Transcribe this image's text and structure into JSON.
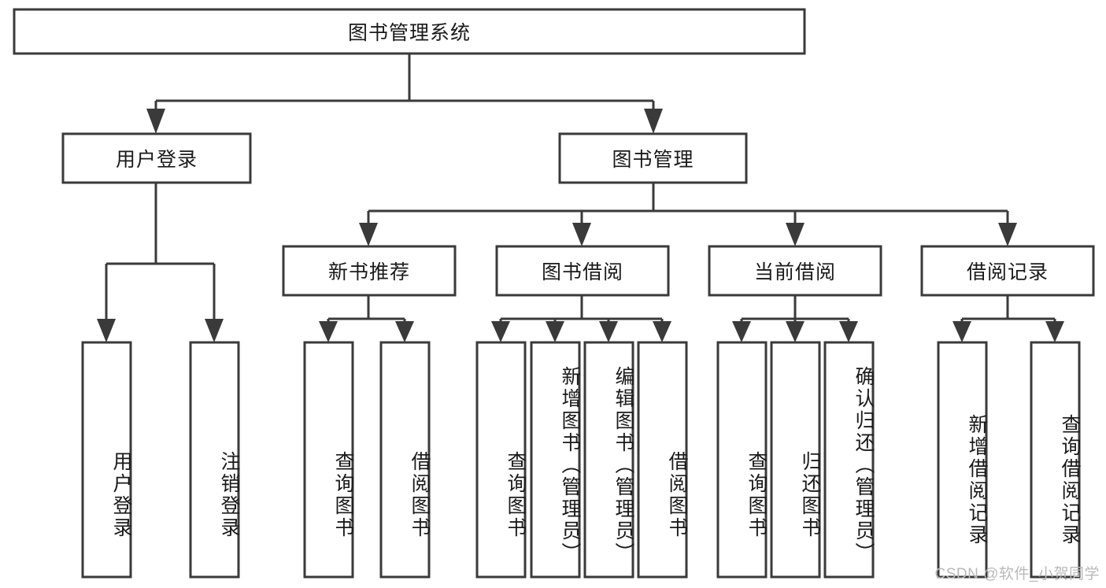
{
  "diagram": {
    "title": "图书管理系统",
    "type": "tree-hierarchy",
    "orientation": "top-down",
    "colors": {
      "stroke": "#3a3a3a",
      "box_fill": "#ffffff",
      "text": "#1a1a1a",
      "background": "#ffffff",
      "watermark": "#b9b9b9"
    },
    "levels": [
      {
        "level": 1,
        "nodes": [
          {
            "id": "root",
            "label": "图书管理系统",
            "orientation": "horizontal"
          }
        ]
      },
      {
        "level": 2,
        "nodes": [
          {
            "id": "login",
            "label": "用户登录",
            "orientation": "horizontal",
            "parent": "root"
          },
          {
            "id": "bookmgmt",
            "label": "图书管理",
            "orientation": "horizontal",
            "parent": "root"
          }
        ]
      },
      {
        "level": 3,
        "nodes": [
          {
            "id": "newbook",
            "label": "新书推荐",
            "orientation": "horizontal",
            "parent": "bookmgmt"
          },
          {
            "id": "borrow",
            "label": "图书借阅",
            "orientation": "horizontal",
            "parent": "bookmgmt"
          },
          {
            "id": "current",
            "label": "当前借阅",
            "orientation": "horizontal",
            "parent": "bookmgmt"
          },
          {
            "id": "records",
            "label": "借阅记录",
            "orientation": "horizontal",
            "parent": "bookmgmt"
          }
        ]
      },
      {
        "level": 4,
        "nodes": [
          {
            "id": "leaf-1",
            "label": "用户登录",
            "orientation": "vertical",
            "parent": "login"
          },
          {
            "id": "leaf-2",
            "label": "注销登录",
            "orientation": "vertical",
            "parent": "login"
          },
          {
            "id": "leaf-3",
            "label": "查询图书",
            "orientation": "vertical",
            "parent": "newbook"
          },
          {
            "id": "leaf-4",
            "label": "借阅图书",
            "orientation": "vertical",
            "parent": "newbook"
          },
          {
            "id": "leaf-5",
            "label": "查询图书",
            "orientation": "vertical",
            "parent": "borrow"
          },
          {
            "id": "leaf-6",
            "label": "新增图书（管理员）",
            "orientation": "vertical",
            "parent": "borrow"
          },
          {
            "id": "leaf-7",
            "label": "编辑图书（管理员）",
            "orientation": "vertical",
            "parent": "borrow"
          },
          {
            "id": "leaf-8",
            "label": "借阅图书",
            "orientation": "vertical",
            "parent": "borrow"
          },
          {
            "id": "leaf-9",
            "label": "查询图书",
            "orientation": "vertical",
            "parent": "current"
          },
          {
            "id": "leaf-10",
            "label": "归还图书",
            "orientation": "vertical",
            "parent": "current"
          },
          {
            "id": "leaf-11",
            "label": "确认归还（管理员）",
            "orientation": "vertical",
            "parent": "current"
          },
          {
            "id": "leaf-12",
            "label": "新增借阅记录",
            "orientation": "vertical",
            "parent": "records"
          },
          {
            "id": "leaf-13",
            "label": "查询借阅记录",
            "orientation": "vertical",
            "parent": "records"
          }
        ]
      }
    ]
  },
  "watermark": {
    "text": "CSDN @软件_小贺同学"
  }
}
